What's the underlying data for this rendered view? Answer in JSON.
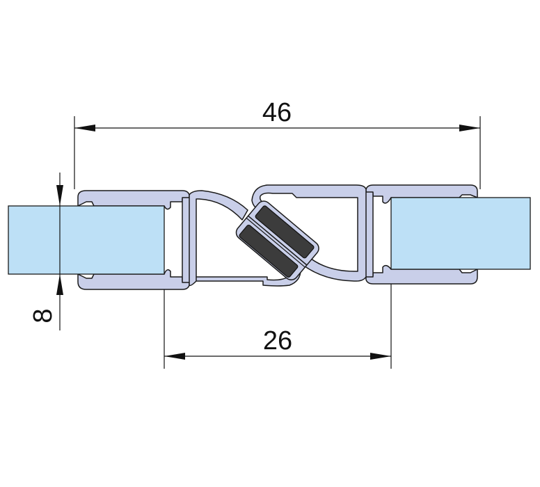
{
  "diagram": {
    "type": "technical-cross-section",
    "subject": "magnetic glass door seal profile",
    "dimensions": {
      "overall_width": {
        "label": "46"
      },
      "glass_gap": {
        "label": "26"
      },
      "glass_thickness": {
        "label": "8"
      }
    },
    "colors": {
      "profile_fill": "#c9cfe9",
      "glass_fill": "#bde0f6",
      "magnet_fill": "#3c3c3c",
      "outline": "#1a1a1a",
      "background": "#ffffff"
    }
  }
}
